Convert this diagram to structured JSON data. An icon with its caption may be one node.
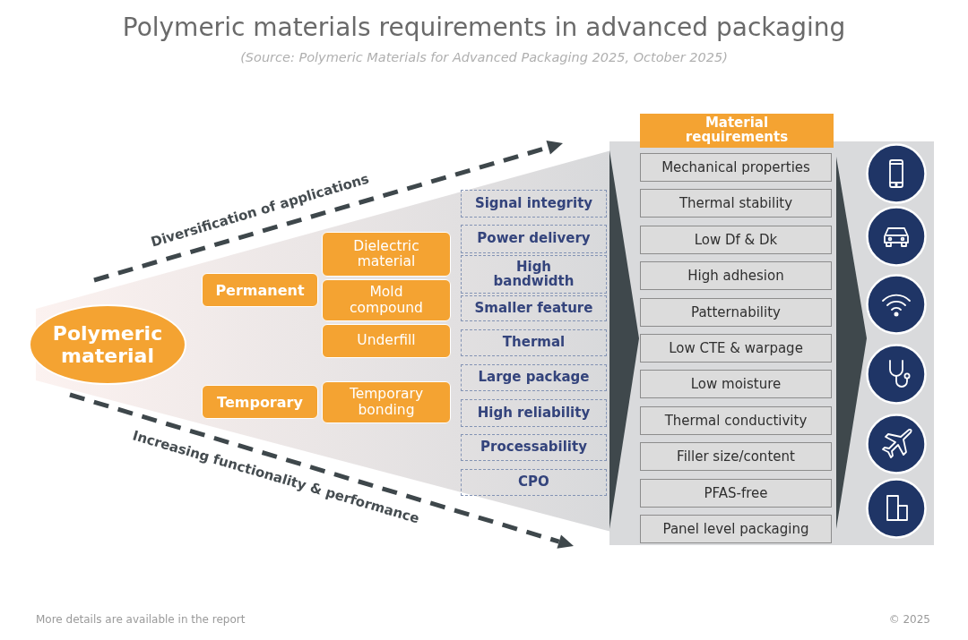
{
  "diagram": {
    "title": "Polymeric materials requirements in advanced packaging",
    "nodes": [
      {
        "text": [
          "Polymeric material"
        ]
      },
      {
        "text": [
          "Permanent"
        ]
      },
      {
        "text": [
          "Dielectric material"
        ]
      },
      {
        "text": [
          "Mold compound"
        ]
      },
      {
        "text": [
          "Underfill"
        ]
      },
      {
        "text": [
          "Temporary"
        ]
      },
      {
        "text": [
          "Temporary bonding"
        ]
      },
      {
        "text": [
          "Signal integrity"
        ]
      },
      {
        "text": [
          "Power delivery"
        ]
      },
      {
        "text": [
          "High bandwidth"
        ]
      },
      {
        "text": [
          "Smaller feature"
        ]
      },
      {
        "text": [
          "Thermal"
        ]
      },
      {
        "text": [
          "Large package"
        ]
      },
      {
        "text": [
          "High reliability"
        ]
      },
      {
        "text": [
          "Processability"
        ]
      },
      {
        "text": [
          "CPO"
        ]
      },
      {
        "text": [
          "Material requirements"
        ]
      },
      {
        "text": [
          "Mechanical properties"
        ],
        "in": 16
      },
      {
        "text": [
          "Thermal stability"
        ],
        "in": 16
      },
      {
        "text": [
          "Low Df & Dk"
        ],
        "in": 16
      },
      {
        "text": [
          "High adhesion"
        ],
        "in": 16
      },
      {
        "text": [
          "Patternability"
        ],
        "in": 16
      },
      {
        "text": [
          "Low CTE & warpage"
        ],
        "in": 16
      },
      {
        "text": [
          "Low moisture"
        ],
        "in": 16
      },
      {
        "text": [
          "Thermal conductivity"
        ],
        "in": 16
      },
      {
        "text": [
          "Filler size/content"
        ],
        "in": 16
      },
      {
        "text": [
          "PFAS-free"
        ],
        "in": 16
      },
      {
        "text": [
          "Panel level packaging"
        ],
        "in": 16
      }
    ],
    "labels": [
      "(Source: Polymeric Materials for Advanced Packaging 2025, October 2025)",
      "Diversification of applications",
      "Increasing functionality & performance",
      "More details are available in the report",
      "© 2025"
    ]
  }
}
